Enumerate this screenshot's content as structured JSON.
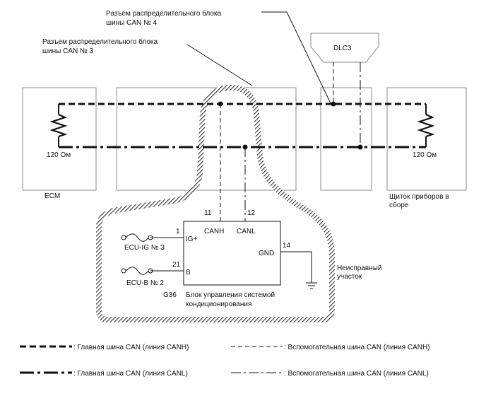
{
  "callouts": {
    "can4_line1": "Разъем распределительного блока",
    "can4_line2": "шины CAN № 4",
    "can3_line1": "Разъем распределительного блока",
    "can3_line2": "шины CAN № 3"
  },
  "dlc": {
    "label": "DLC3"
  },
  "ecm": {
    "label": "ECM",
    "resistor": "120 Ом"
  },
  "cluster": {
    "label_line1": "Щиток приборов в",
    "label_line2": "сборе",
    "resistor": "120 Ом"
  },
  "ecu": {
    "code": "G36",
    "title_line1": "Блок управления системой",
    "title_line2": "кондиционирования",
    "pins": {
      "canh_num": "11",
      "canl_num": "12",
      "ig_num": "1",
      "b_num": "21",
      "gnd_num": "14"
    },
    "terminals": {
      "canh": "CANH",
      "canl": "CANL",
      "ig": "IG+",
      "b": "B",
      "gnd": "GND"
    },
    "fuses": {
      "ig": "ECU-IG № 3",
      "b": "ECU-B № 2"
    }
  },
  "fault_area": {
    "line1": "Неисправный",
    "line2": "участок"
  },
  "legend": [
    {
      "style": "main-canh",
      "text": ": Главная шина CAN (линия CANH)"
    },
    {
      "style": "sub-canh",
      "text": ": Вспомогательная шина CAN (линия CANH)"
    },
    {
      "style": "main-canl",
      "text": ": Главная шина CAN (линия CANL)"
    },
    {
      "style": "sub-canl",
      "text": ": Вспомогательная шина CAN (линия CANL)"
    }
  ],
  "colors": {
    "line": "#111111",
    "box": "#8a8a8a",
    "fault_hatch": "#333333"
  }
}
